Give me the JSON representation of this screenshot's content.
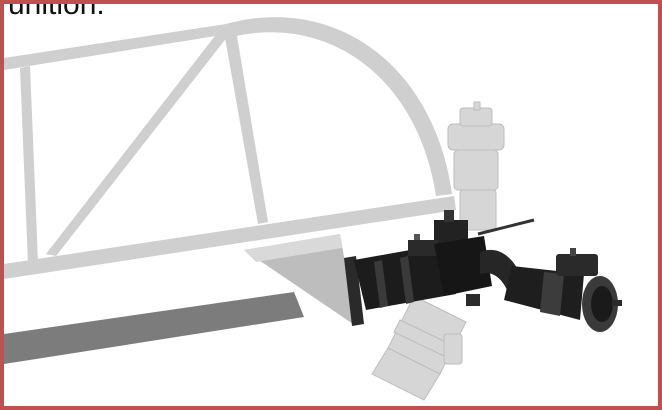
{
  "header_text": "unition.",
  "colors": {
    "border": "#c0504d",
    "background": "#ffffff",
    "structure_ghost": "#cfcfcf",
    "rail_dark": "#7a7a7a",
    "mechanism_dark": "#1e1e1e",
    "mechanism_ghost": "#d4d4d4"
  },
  "illustration": {
    "name": "rotary-mount-positions",
    "parts": [
      "truss-frame",
      "quarter-arc",
      "lower-rail",
      "wedge-bracket",
      "main-assembly",
      "ghost-assembly-upper",
      "ghost-assembly-lower"
    ]
  }
}
